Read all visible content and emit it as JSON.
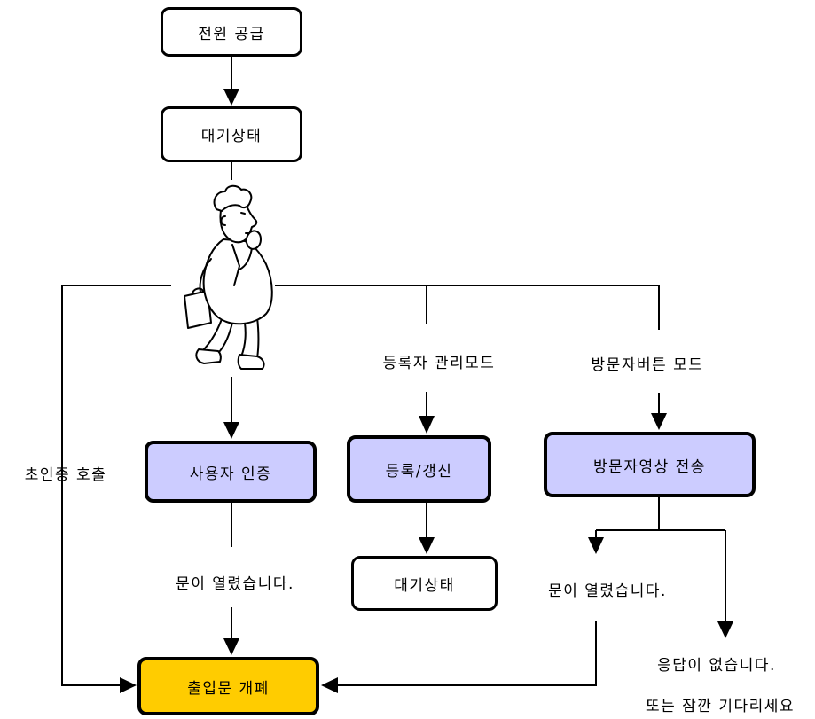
{
  "diagram": {
    "nodes": {
      "power_supply": "전원 공급",
      "standby_top": "대기상태",
      "user_auth": "사용자 인증",
      "register_update": "등록/갱신",
      "visitor_video": "방문자영상 전송",
      "standby_bottom": "대기상태",
      "door_open_close": "출입문 개폐"
    },
    "labels": {
      "registrant_mode": "등록자 관리모드",
      "visitor_button_mode": "방문자버튼 모드",
      "doorbell_call": "초인종 호출",
      "door_opened_left": "문이 열렸습니다.",
      "door_opened_right": "문이 열렸습니다.",
      "no_response": "응답이 없습니다.",
      "please_wait": "또는 잠깐 기다리세요"
    }
  },
  "colors": {
    "line": "#000000",
    "state_fill": "#ffffff",
    "process_fill": "#ccccff",
    "door_fill": "#ffcc00"
  },
  "icons": {
    "figure": "thinking-man-icon"
  }
}
